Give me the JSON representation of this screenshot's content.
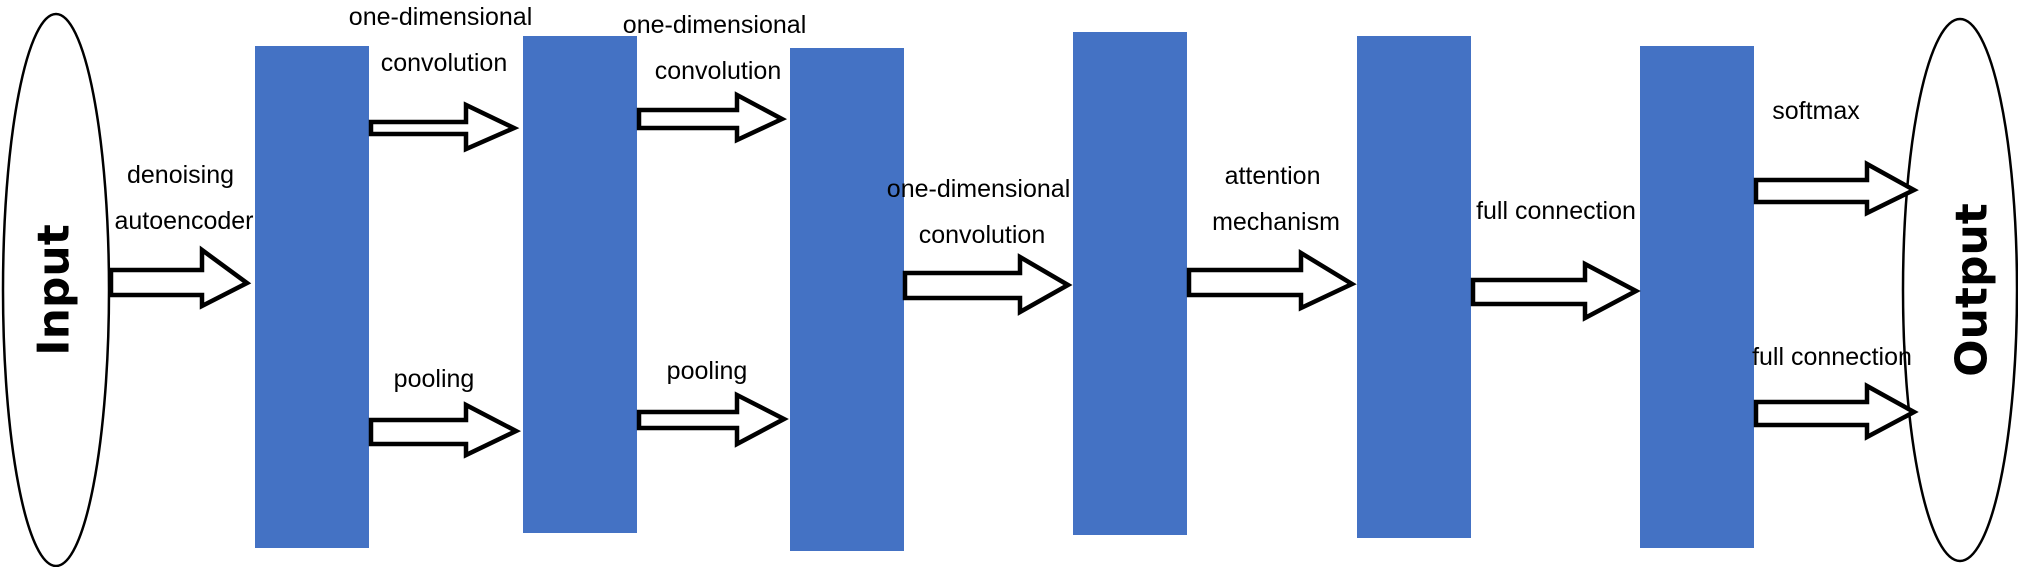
{
  "terminals": {
    "input": "Input",
    "output": "Output"
  },
  "layer_color": "#4472C4",
  "layer_count": 6,
  "labels": {
    "denoising_autoencoder": [
      "denoising",
      "autoencoder"
    ],
    "conv_1": [
      "one-dimensional",
      "convolution"
    ],
    "pool_1": [
      "pooling"
    ],
    "conv_2": [
      "one-dimensional",
      "convolution"
    ],
    "pool_2": [
      "pooling"
    ],
    "conv_3": [
      "one-dimensional",
      "convolution"
    ],
    "attention": [
      "attention",
      "mechanism"
    ],
    "full_connection": [
      "full connection"
    ],
    "softmax": [
      "softmax"
    ],
    "output_full_connection": [
      "full connection"
    ]
  }
}
